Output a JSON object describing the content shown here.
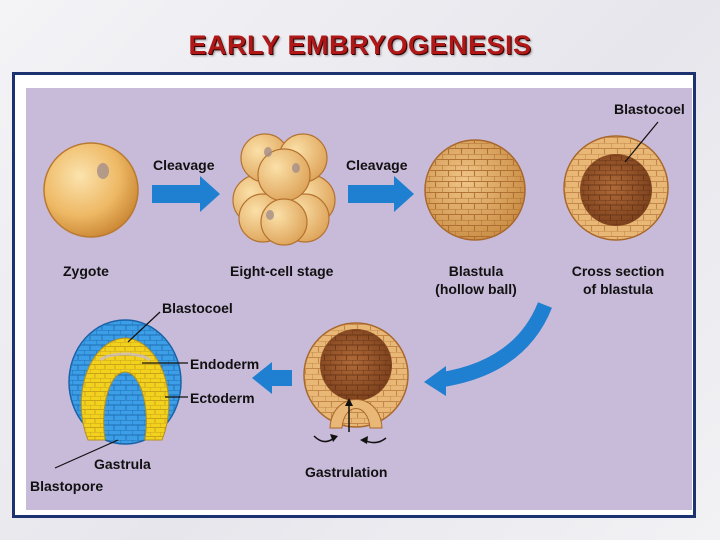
{
  "title": "EARLY EMBRYOGENESIS",
  "labels": {
    "zygote": "Zygote",
    "cleavage_1": "Cleavage",
    "eight_cell": "Eight-cell stage",
    "cleavage_2": "Cleavage",
    "blastula_1": "Blastula",
    "blastula_2": "(hollow ball)",
    "blastocoel_top": "Blastocoel",
    "cross_section_1": "Cross section",
    "cross_section_2": "of blastula",
    "blastocoel_gastrula": "Blastocoel",
    "endoderm": "Endoderm",
    "ectoderm": "Ectoderm",
    "gastrula": "Gastrula",
    "blastopore": "Blastopore",
    "gastrulation": "Gastrulation"
  },
  "colors": {
    "title": "#b01818",
    "frame": "#1d3270",
    "panel": "#c8bad9",
    "arrow": "#1f7fd0",
    "cell": "#e8b770",
    "endoderm": "#f2d21c",
    "ectoderm": "#3c9ee6"
  }
}
